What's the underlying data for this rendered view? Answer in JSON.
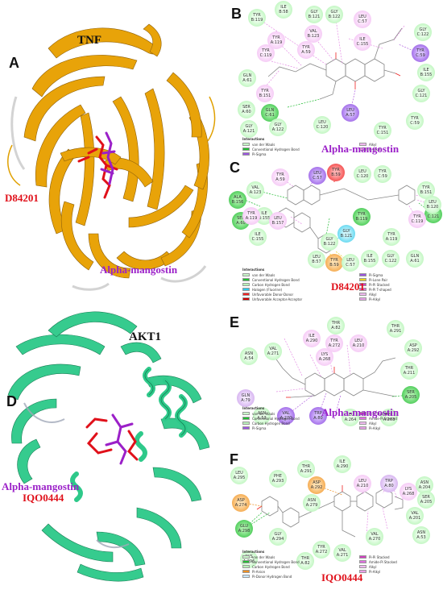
{
  "figure": {
    "panels": [
      {
        "letter": "A",
        "protein": "TNF",
        "ligands": [
          "D84201",
          "Alpha-mangostin"
        ]
      },
      {
        "letter": "B",
        "ligand": "Alpha-mangostin"
      },
      {
        "letter": "C",
        "ligand": "D84201"
      },
      {
        "letter": "D",
        "protein": "AKT1",
        "ligands": [
          "Alpha-mangostin",
          "IQO0444"
        ]
      },
      {
        "letter": "E",
        "ligand": "Alpha-mangostin"
      },
      {
        "letter": "F",
        "ligand": "IQO0444"
      }
    ]
  },
  "colors": {
    "tnf_ribbon": "#e8a000",
    "akt1_ribbon": "#2ec98a",
    "alpha_mangostin": "#9b20c8",
    "second_ligand": "#e0101a",
    "van_der_waals": "#c8f5c8",
    "h_bond": "#22bb33",
    "pi_sigma": "#9b55e0",
    "alkyl": "#f0b8f0"
  },
  "legend_title": "Interactions",
  "legend_b": [
    "van der Waals",
    "Conventional Hydrogen Bond",
    "Pi-Sigma",
    "Alkyl",
    "Pi-Alkyl"
  ],
  "legend_c": [
    "van der Waals",
    "Conventional Hydrogen Bond",
    "Carbon Hydrogen Bond",
    "Halogen (Fluorine)",
    "Unfavorable Donor-Donor",
    "Unfavorable Acceptor-Acceptor",
    "Pi-Sigma",
    "Pi-Lone Pair",
    "Pi-Pi Stacked",
    "Pi-Pi T-shaped",
    "Alkyl",
    "Pi-Alkyl"
  ],
  "legend_e": [
    "van der Waals",
    "Conventional Hydrogen Bond",
    "Carbon Hydrogen Bond",
    "Pi-Sigma",
    "Pi-Pi Stacked",
    "Amide-Pi Stacked",
    "Alkyl",
    "Pi-Alkyl"
  ],
  "legend_f": [
    "van der Waals",
    "Conventional Hydrogen Bond",
    "Carbon Hydrogen Bond",
    "Pi-Anion",
    "Pi-Donor Hydrogen Bond",
    "Pi-Pi Stacked",
    "Amide-Pi Stacked",
    "Alkyl",
    "Pi-Alkyl"
  ],
  "residues_b": [
    {
      "label": "TYR\nB:119",
      "type": "vdw"
    },
    {
      "label": "ILE\nB:58",
      "type": "vdw"
    },
    {
      "label": "GLY\nB:121",
      "type": "vdw"
    },
    {
      "label": "GLY\nB:122",
      "type": "vdw"
    },
    {
      "label": "LEU\nC:57",
      "type": "alk"
    },
    {
      "label": "TYR\nA:119",
      "type": "alk"
    },
    {
      "label": "VAL\nB:123",
      "type": "alk"
    },
    {
      "label": "TYR\nA:59",
      "type": "alk"
    },
    {
      "label": "ILE\nC:155",
      "type": "alk"
    },
    {
      "label": "GLY\nC:122",
      "type": "vdw"
    },
    {
      "label": "TYR\nC:59",
      "type": "pis"
    },
    {
      "label": "TYR\nC:119",
      "type": "alk"
    },
    {
      "label": "ILE\nB:155",
      "type": "vdw"
    },
    {
      "label": "GLN\nA:61",
      "type": "vdw"
    },
    {
      "label": "GLY\nC:121",
      "type": "vdw"
    },
    {
      "label": "TYR\nB:151",
      "type": "alk"
    },
    {
      "label": "SER\nA:60",
      "type": "vdw"
    },
    {
      "label": "GLN\nC:61",
      "type": "hb"
    },
    {
      "label": "LEU\nA:57",
      "type": "pis"
    },
    {
      "label": "GLY\nA:121",
      "type": "vdw"
    },
    {
      "label": "GLY\nA:122",
      "type": "vdw"
    },
    {
      "label": "LEU\nC:120",
      "type": "vdw"
    },
    {
      "label": "TYR\nC:151",
      "type": "vdw"
    },
    {
      "label": "TYR\nC:59",
      "type": "vdw"
    }
  ],
  "residues_c": [
    {
      "label": "VAL\nA:123",
      "type": "vdw"
    },
    {
      "label": "TYR\nA:59",
      "type": "alk"
    },
    {
      "label": "LEU\nC:57",
      "type": "pis"
    },
    {
      "label": "TYR\nB:59",
      "type": "unf"
    },
    {
      "label": "LEU\nC:120",
      "type": "vdw"
    },
    {
      "label": "TYR\nC:59",
      "type": "vdw"
    },
    {
      "label": "TYR\nB:151",
      "type": "vdw"
    },
    {
      "label": "ALA\nB:156",
      "type": "hb"
    },
    {
      "label": "GLY\nC:121",
      "type": "hb"
    },
    {
      "label": "LEU\nB:120",
      "type": "vdw"
    },
    {
      "label": "TYR\nB:119",
      "type": "hb"
    },
    {
      "label": "TYR\nC:119",
      "type": "alk"
    },
    {
      "label": "SER\nA:60",
      "type": "hb"
    },
    {
      "label": "ILE\nB:155",
      "type": "vdw"
    },
    {
      "label": "LEU\nB:157",
      "type": "alk"
    },
    {
      "label": "GLY\nB:121",
      "type": "hal"
    },
    {
      "label": "TYR\nA:119",
      "type": "vdw"
    },
    {
      "label": "ILE\nC:155",
      "type": "vdw"
    },
    {
      "label": "GLY\nB:122",
      "type": "vdw"
    },
    {
      "label": "LEU\nB:57",
      "type": "vdw"
    },
    {
      "label": "TYR\nB:59",
      "type": "ani"
    },
    {
      "label": "LEU\nC:57",
      "type": "vdw"
    },
    {
      "label": "ILE\nB:155",
      "type": "vdw"
    },
    {
      "label": "GLY\nC:122",
      "type": "vdw"
    },
    {
      "label": "GLN\nA:61",
      "type": "vdw"
    },
    {
      "label": "TYR\nA:119",
      "type": "alk"
    }
  ],
  "residues_e": [
    {
      "label": "THR\nA:82",
      "type": "vdw"
    },
    {
      "label": "ILE\nA:290",
      "type": "alk"
    },
    {
      "label": "TYR\nA:272",
      "type": "alk"
    },
    {
      "label": "LEU\nA:210",
      "type": "alk"
    },
    {
      "label": "THR\nA:291",
      "type": "vdw"
    },
    {
      "label": "VAL\nA:271",
      "type": "vdw"
    },
    {
      "label": "LYS\nA:268",
      "type": "alk"
    },
    {
      "label": "ASP\nA:292",
      "type": "vdw"
    },
    {
      "label": "ASN\nA:54",
      "type": "vdw"
    },
    {
      "label": "THR\nA:211",
      "type": "vdw"
    },
    {
      "label": "GLN\nA:79",
      "type": "pi"
    },
    {
      "label": "SER\nA:205",
      "type": "hb"
    },
    {
      "label": "ASN\nA:53",
      "type": "vdw"
    },
    {
      "label": "VAL\nA:270",
      "type": "pis"
    },
    {
      "label": "TRP\nA:80",
      "type": "pis"
    },
    {
      "label": "LEU\nA:264",
      "type": "vdw"
    },
    {
      "label": "TYR\nA:263",
      "type": "vdw"
    }
  ],
  "residues_f": [
    {
      "label": "THR\nA:291",
      "type": "vdw"
    },
    {
      "label": "ILE\nA:290",
      "type": "vdw"
    },
    {
      "label": "LEU\nA:295",
      "type": "vdw"
    },
    {
      "label": "PHE\nA:293",
      "type": "vdw"
    },
    {
      "label": "ASP\nA:292",
      "type": "ani"
    },
    {
      "label": "LEU\nA:210",
      "type": "alk"
    },
    {
      "label": "TRP\nA:80",
      "type": "pi"
    },
    {
      "label": "LYS\nA:268",
      "type": "alk"
    },
    {
      "label": "ASN\nA:204",
      "type": "vdw"
    },
    {
      "label": "ASN\nA:279",
      "type": "vdw"
    },
    {
      "label": "SER\nA:205",
      "type": "vdw"
    },
    {
      "label": "ASP\nA:274",
      "type": "ani"
    },
    {
      "label": "VAL\nA:201",
      "type": "vdw"
    },
    {
      "label": "GLU\nA:298",
      "type": "hb"
    },
    {
      "label": "GLY\nA:294",
      "type": "vdw"
    },
    {
      "label": "VAL\nA:270",
      "type": "vdw"
    },
    {
      "label": "ASN\nA:53",
      "type": "vdw"
    },
    {
      "label": "CYS\nA:296",
      "type": "vdw"
    },
    {
      "label": "TYR\nA:272",
      "type": "vdw"
    },
    {
      "label": "THR\nA:82",
      "type": "vdw"
    },
    {
      "label": "VAL\nA:271",
      "type": "vdw"
    }
  ]
}
